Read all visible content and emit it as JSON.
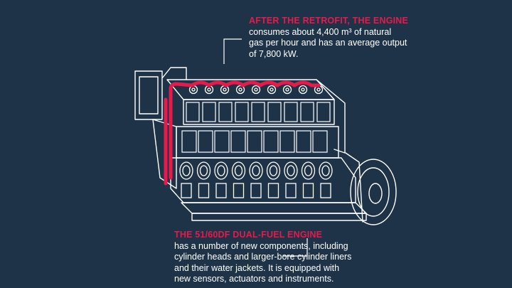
{
  "callouts": {
    "top": {
      "heading": "AFTER THE RETROFIT, THE ENGINE",
      "lines": [
        "consumes about 4,400 m³ of natural",
        "gas per hour and has an average output",
        "of 7,800 kW."
      ]
    },
    "bottom": {
      "heading": "THE 51/60DF DUAL-FUEL ENGINE",
      "lines": [
        "has a number of new components, including",
        "cylinder heads and larger-bore cylinder liners",
        "and their water jackets. It is equipped with",
        "new sensors, actuators and instruments."
      ]
    }
  },
  "colors": {
    "background": "#1e3348",
    "line_art": "#ffffff",
    "highlight": "#e8194b"
  },
  "engine": {
    "cylinders": 9,
    "icon": "engine-line-drawing"
  }
}
